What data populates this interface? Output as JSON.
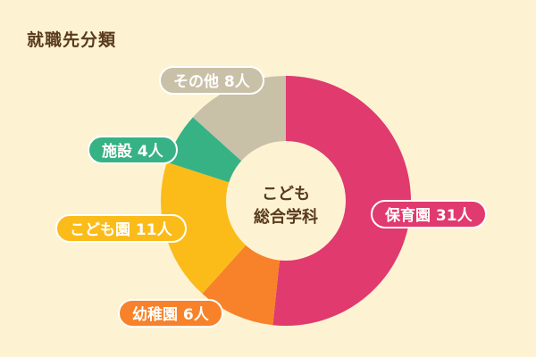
{
  "chart_title": "就職先分類",
  "center_label": {
    "line1": "こども",
    "line2": "総合学科"
  },
  "colors": {
    "background": "#fdf3d3",
    "center": "#fdf3d3",
    "text": "#5a3a1e"
  },
  "chart_data": {
    "type": "pie",
    "title": "就職先分類",
    "unit": "人",
    "center_text": "こども総合学科",
    "categories": [
      "保育園",
      "幼稚園",
      "こども園",
      "施設",
      "その他"
    ],
    "values": [
      31,
      6,
      11,
      4,
      8
    ],
    "labels": [
      "保育園 31人",
      "幼稚園 6人",
      "こども園 11人",
      "施設 4人",
      "その他 8人"
    ],
    "colors": [
      "#e03a6f",
      "#f7822a",
      "#fbbc1a",
      "#37b285",
      "#c9c0a8"
    ],
    "start_angle": "12 o'clock",
    "direction": "clockwise"
  }
}
